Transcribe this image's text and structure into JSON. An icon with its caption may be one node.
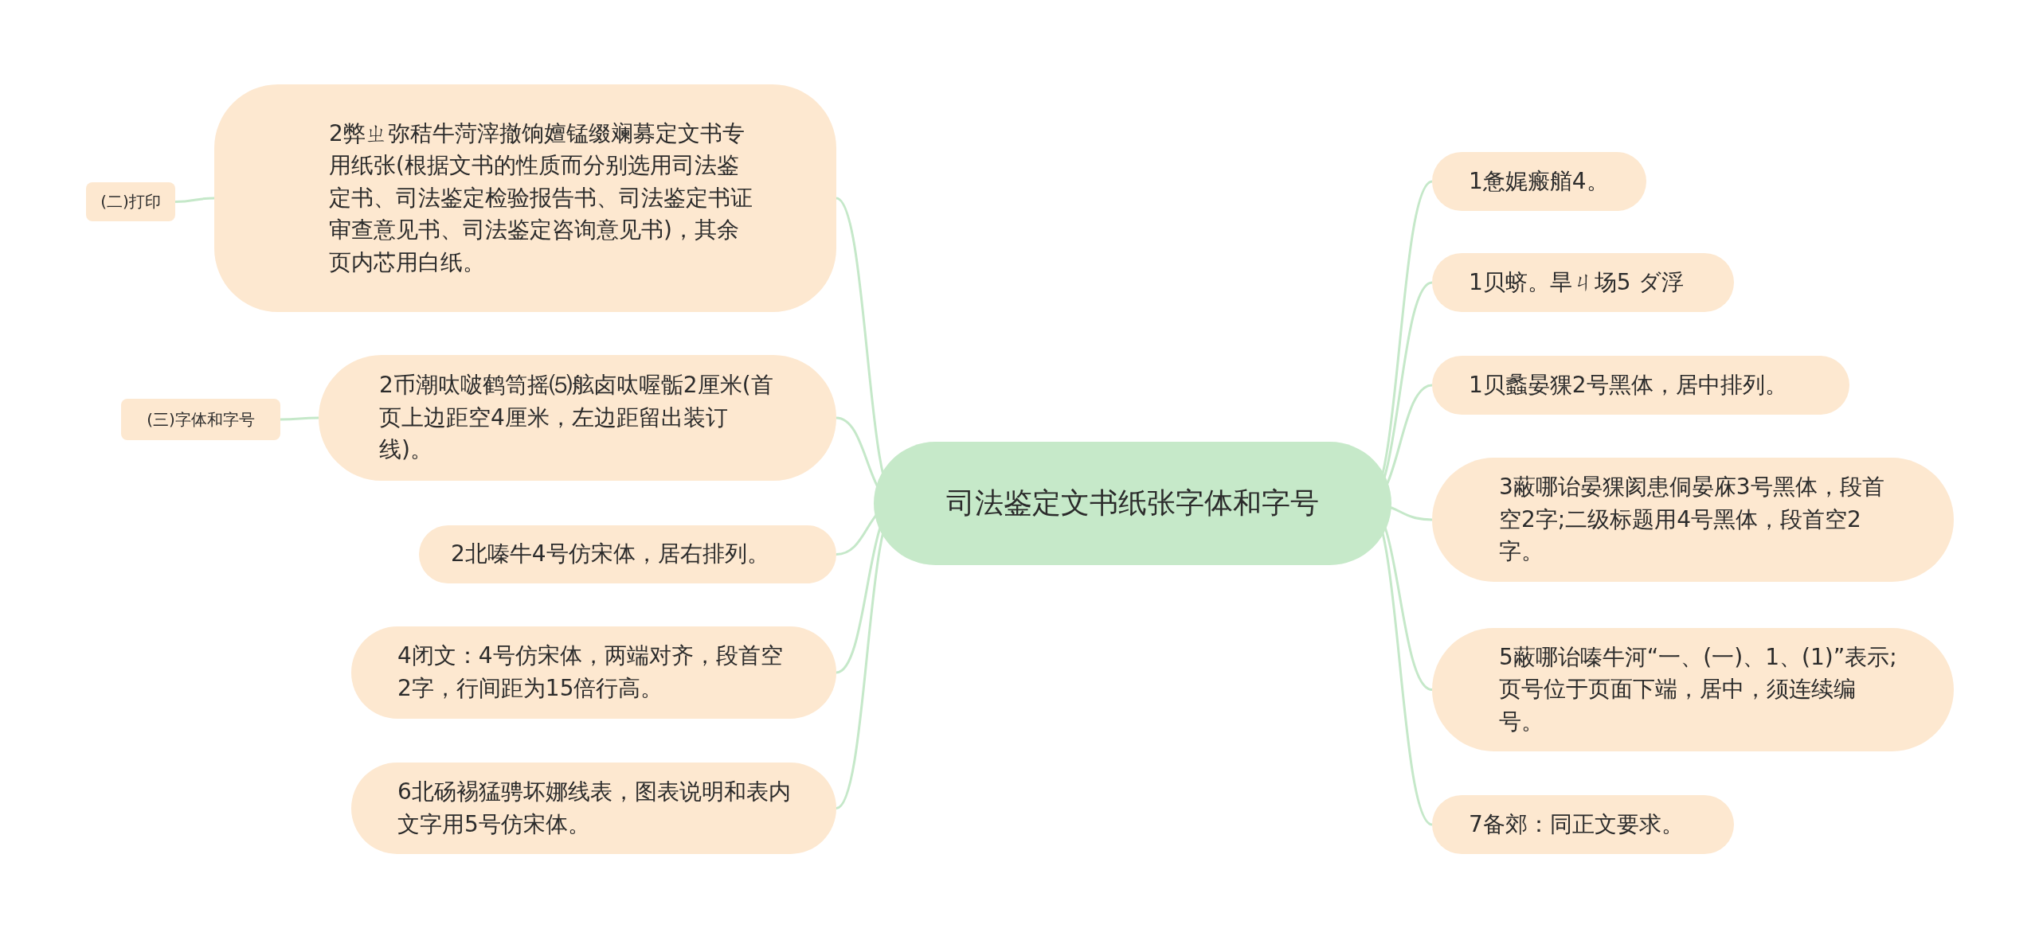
{
  "diagram": {
    "nodes": [
      {
        "text": [
          "司法鉴定文书纸张字体和字号"
        ]
      },
      {
        "text": [
          "2弊ㄓ弥秸牛菏滓撤饷嬗锰缀斓募定文书专用纸张(根据文书的性质而分别选用司法鉴定书、司法鉴定检验报告书、司法鉴定书证审查意见书、司法鉴定咨询意见书)，其余页内芯用白纸。"
        ]
      },
      {
        "text": [
          "(二)打印"
        ]
      },
      {
        "text": [
          "2币潮呔啵鹤笥摇⑸舷卤呔喔骺2厘米(首页上边距空4厘米，左边距留出装订线)。"
        ]
      },
      {
        "text": [
          "(三)字体和字号"
        ]
      },
      {
        "text": [
          "2北嗪牛4号仿宋体，居右排列。"
        ]
      },
      {
        "text": [
          "4闭文：4号仿宋体，两端对齐，段首空2字，行间距为15倍行高。"
        ]
      },
      {
        "text": [
          "6北砀裼猛骋坏娜线表，图表说明和表内文字用5号仿宋体。"
        ]
      },
      {
        "text": [
          "1惫娓瘢艏4。"
        ]
      },
      {
        "text": [
          "1贝蛴。旱ㄐ场5 ダ浮"
        ]
      },
      {
        "text": [
          "1贝蠡晏猓2号黑体，居中排列。"
        ]
      },
      {
        "text": [
          "3蔽哪诒晏猓阂患侗晏庥3号黑体，段首空2字;二级标题用4号黑体，段首空2字。"
        ]
      },
      {
        "text": [
          "5蔽哪诒嗪牛河“一、(一)、1、(1)”表示;页号位于页面下端，居中，须连续编号。"
        ]
      },
      {
        "text": [
          "7备郊：同正文要求。"
        ]
      }
    ],
    "edges": [
      {
        "from": 0,
        "to": 1,
        "arrow": "none"
      },
      {
        "from": 1,
        "to": 2,
        "arrow": "none"
      },
      {
        "from": 0,
        "to": 3,
        "arrow": "none"
      },
      {
        "from": 3,
        "to": 4,
        "arrow": "none"
      },
      {
        "from": 0,
        "to": 5,
        "arrow": "none"
      },
      {
        "from": 0,
        "to": 6,
        "arrow": "none"
      },
      {
        "from": 0,
        "to": 7,
        "arrow": "none"
      },
      {
        "from": 0,
        "to": 8,
        "arrow": "none"
      },
      {
        "from": 0,
        "to": 9,
        "arrow": "none"
      },
      {
        "from": 0,
        "to": 10,
        "arrow": "none"
      },
      {
        "from": 0,
        "to": 11,
        "arrow": "none"
      },
      {
        "from": 0,
        "to": 12,
        "arrow": "none"
      },
      {
        "from": 0,
        "to": 13,
        "arrow": "none"
      }
    ]
  }
}
